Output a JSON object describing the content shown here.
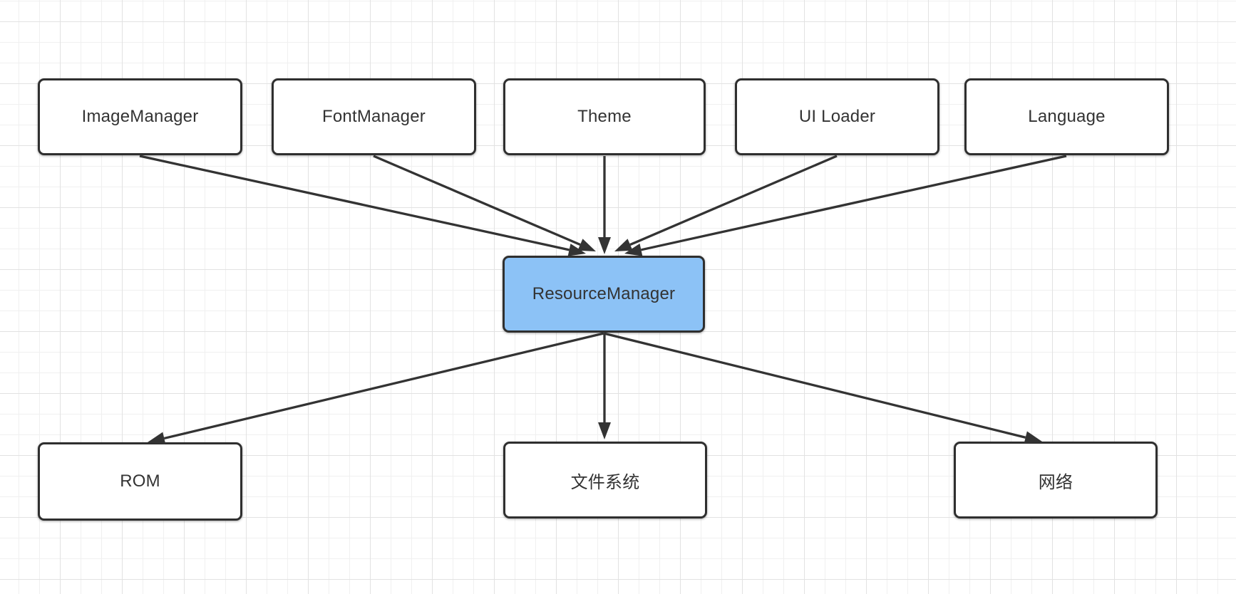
{
  "diagram": {
    "title": "",
    "nodes": [
      {
        "id": "image-manager",
        "label": "ImageManager",
        "fill": "#ffffff",
        "highlighted": false
      },
      {
        "id": "font-manager",
        "label": "FontManager",
        "fill": "#ffffff",
        "highlighted": false
      },
      {
        "id": "theme",
        "label": "Theme",
        "fill": "#ffffff",
        "highlighted": false
      },
      {
        "id": "ui-loader",
        "label": "UI Loader",
        "fill": "#ffffff",
        "highlighted": false
      },
      {
        "id": "language",
        "label": "Language",
        "fill": "#ffffff",
        "highlighted": false
      },
      {
        "id": "resource-manager",
        "label": "ResourceManager",
        "fill": "#8cc2f6",
        "highlighted": true
      },
      {
        "id": "rom",
        "label": "ROM",
        "fill": "#ffffff",
        "highlighted": false
      },
      {
        "id": "file-system",
        "label": "文件系统",
        "fill": "#ffffff",
        "highlighted": false
      },
      {
        "id": "network",
        "label": "网络",
        "fill": "#ffffff",
        "highlighted": false
      }
    ],
    "edges": [
      {
        "from": "image-manager",
        "to": "resource-manager"
      },
      {
        "from": "font-manager",
        "to": "resource-manager"
      },
      {
        "from": "theme",
        "to": "resource-manager"
      },
      {
        "from": "ui-loader",
        "to": "resource-manager"
      },
      {
        "from": "language",
        "to": "resource-manager"
      },
      {
        "from": "resource-manager",
        "to": "rom"
      },
      {
        "from": "resource-manager",
        "to": "file-system"
      },
      {
        "from": "resource-manager",
        "to": "network"
      }
    ],
    "colors": {
      "background": "#ffffff",
      "grid_minor": "#f0f0f0",
      "grid_major": "#e2e2e2",
      "node_border": "#2f2f2f",
      "node_fill": "#ffffff",
      "highlight_fill": "#8cc2f6",
      "text": "#333333",
      "arrow": "#333333"
    }
  }
}
